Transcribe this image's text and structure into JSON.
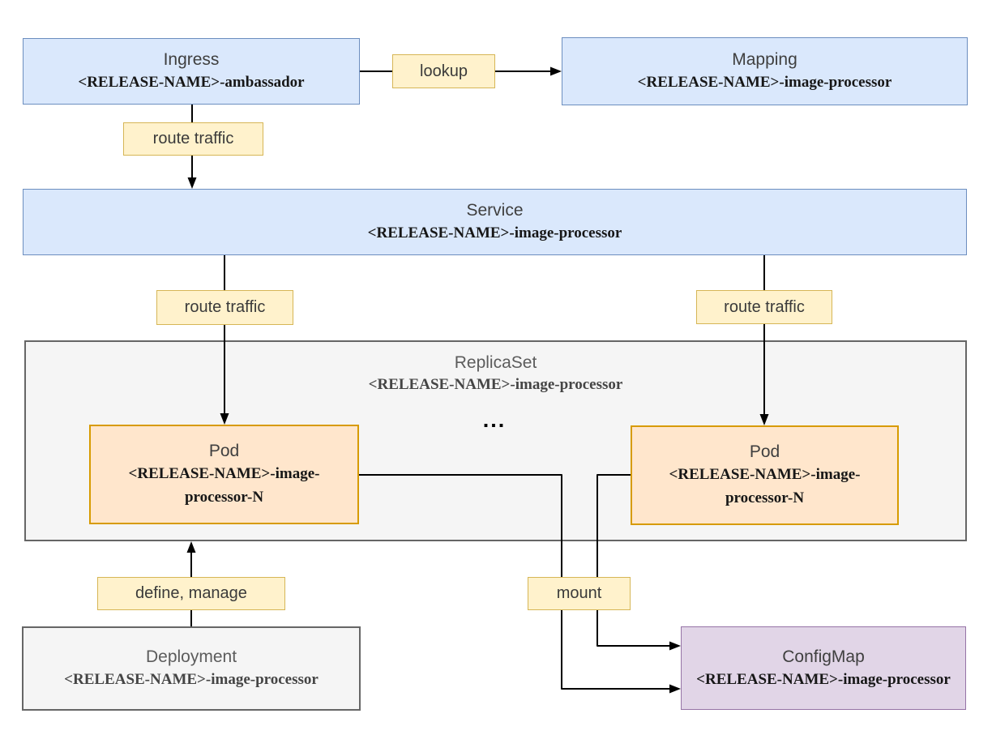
{
  "diagram": {
    "nodes": {
      "ingress": {
        "title": "Ingress",
        "subtitle": "<RELEASE-NAME>-ambassador"
      },
      "mapping": {
        "title": "Mapping",
        "subtitle": "<RELEASE-NAME>-image-processor"
      },
      "service": {
        "title": "Service",
        "subtitle": "<RELEASE-NAME>-image-processor"
      },
      "replicaset": {
        "title": "ReplicaSet",
        "subtitle": "<RELEASE-NAME>-image-processor"
      },
      "pod_left": {
        "title": "Pod",
        "subtitle": "<RELEASE-NAME>-image-processor-N"
      },
      "pod_right": {
        "title": "Pod",
        "subtitle": "<RELEASE-NAME>-image-processor-N"
      },
      "deployment": {
        "title": "Deployment",
        "subtitle": "<RELEASE-NAME>-image-processor"
      },
      "configmap": {
        "title": "ConfigMap",
        "subtitle": "<RELEASE-NAME>-image-processor"
      }
    },
    "edge_labels": {
      "lookup": "lookup",
      "route_traffic_ingress": "route traffic",
      "route_traffic_left": "route traffic",
      "route_traffic_right": "route traffic",
      "define_manage": "define, manage",
      "mount": "mount"
    },
    "ellipsis": "...",
    "colors": {
      "blue_fill": "#dae8fc",
      "blue_stroke": "#6c8ebf",
      "yellow_fill": "#fff2cc",
      "yellow_stroke": "#d6b656",
      "orange_fill": "#ffe6cc",
      "orange_stroke": "#d79b00",
      "gray_fill": "#f5f5f5",
      "gray_stroke": "#666666",
      "purple_fill": "#e1d5e7",
      "purple_stroke": "#9673a6",
      "edge_color": "#000000"
    }
  }
}
